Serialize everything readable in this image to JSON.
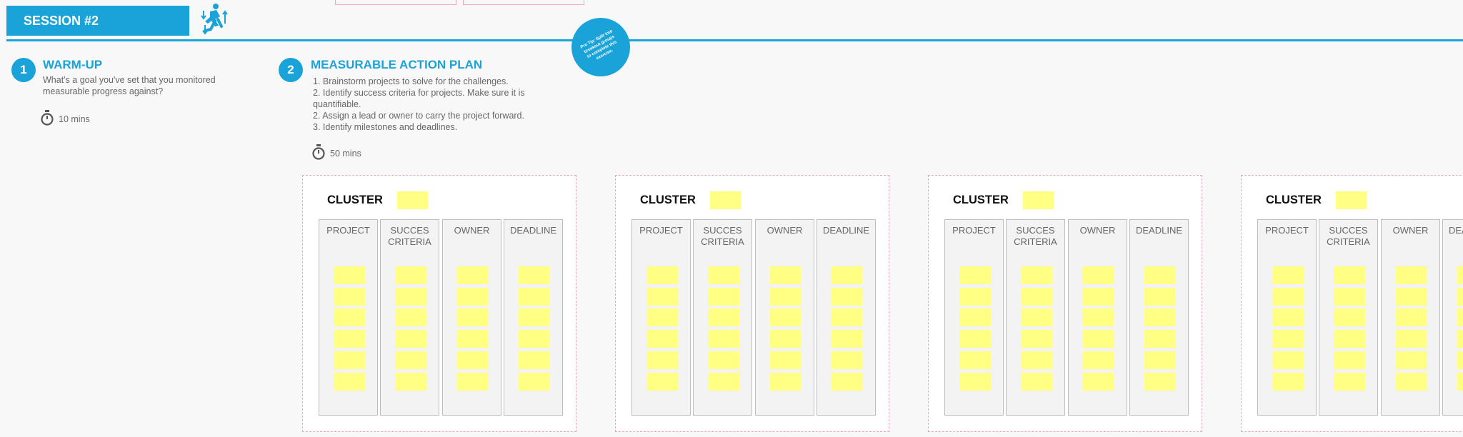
{
  "header": {
    "session_label": "SESSION #2",
    "icon": "person-arrows-icon"
  },
  "badge": {
    "text": "Pro Tip: Split into breakout groups to complete this exercise."
  },
  "steps": [
    {
      "number": "1",
      "title": "WARM-UP",
      "lines": [
        "What's a goal you've set that you monitored",
        "measurable progress against?"
      ],
      "timer": "10 mins"
    },
    {
      "number": "2",
      "title": "MEASURABLE ACTION PLAN",
      "lines": [
        "1. Brainstorm projects to solve for the challenges.",
        "2. Identify success criteria for projects. Make sure it is",
        "quantifiable.",
        "2. Assign a lead or owner to carry the project forward.",
        "3. Identify milestones and deadlines."
      ],
      "timer": "50 mins"
    }
  ],
  "cluster_title": "CLUSTER",
  "columns": [
    "PROJECT",
    "SUCCES\nCRITERIA",
    "OWNER",
    "DEADLINE"
  ],
  "colors": {
    "accent": "#1aa3d9",
    "sticky": "#ffff84",
    "frame_border": "#f2a3bd"
  }
}
